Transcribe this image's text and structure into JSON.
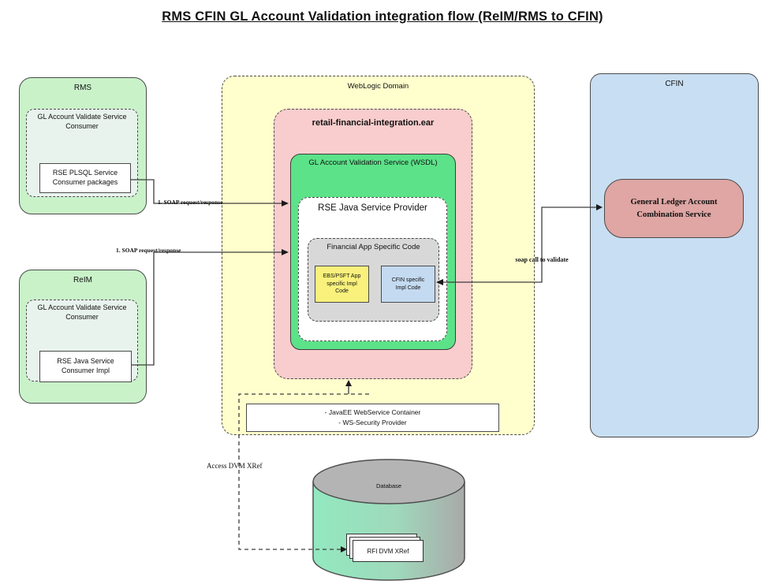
{
  "title": "RMS CFIN GL Account Validation integration flow (ReIM/RMS to CFIN)",
  "rms": {
    "title": "RMS",
    "consumer": "GL Account Validate Service Consumer",
    "impl": "RSE PLSQL Service Consumer packages"
  },
  "reim": {
    "title": "ReIM",
    "consumer": "GL Account Validate Service Consumer",
    "impl": "RSE Java Service Consumer Impl"
  },
  "weblogic": {
    "title": "WebLogic Domain",
    "ear": "retail-financial-integration.ear",
    "wsdl": "GL Account Validation Service (WSDL)",
    "provider": "RSE Java Service Provider",
    "financial": "Financial App Specific Code",
    "ebs_impl": "EBS/PSFT App specific Impl Code",
    "cfin_impl": "CFIN specific Impl Code",
    "container_line1": "- JavaEE WebService Container",
    "container_line2": "- WS-Security Provider"
  },
  "cfin": {
    "title": "CFIN",
    "service": "General Ledger Account Combination Service"
  },
  "database": {
    "title": "Database",
    "xref": "RFI DVM XRef"
  },
  "connectors": {
    "rms_soap": "1. SOAP request/response",
    "reim_soap": "1. SOAP request/response",
    "soap_validate": "soap call to validate",
    "access_dvm": "Access DVM XRef"
  },
  "colors": {
    "panel_green": "#c9f2c9",
    "panel_pale": "#e9f3ee",
    "domain_yellow": "#ffffcd",
    "ear_pink": "#f9cdcd",
    "wsdl_green": "#5ce289",
    "financial_gray": "#d8d8d8",
    "ebs_yellow": "#f9f17c",
    "impl_blue": "#c4daf1",
    "cfin_blue": "#c8def2",
    "gl_salmon": "#dfa6a3",
    "cylinder_top": "#b4b4b4",
    "cylinder_mint": "#92e9c0",
    "cylinder_gray": "#a9a9a9",
    "line": "#3d3d3d"
  }
}
